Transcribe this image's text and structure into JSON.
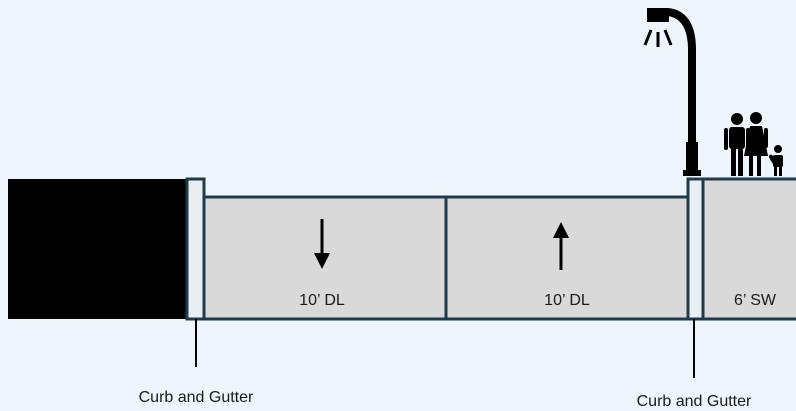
{
  "colors": {
    "background": "#eef5fc",
    "lane_fill": "#d9d9d9",
    "outline": "#1e3a4c",
    "black_block": "#000000",
    "curb_fill": "#e9eef3",
    "icon": "#000000"
  },
  "lanes": [
    {
      "label": "10’ DL",
      "direction": "down"
    },
    {
      "label": "10’ DL",
      "direction": "up"
    }
  ],
  "sidewalk": {
    "label": "6’ SW"
  },
  "curbs": [
    {
      "label": "Curb and Gutter"
    },
    {
      "label": "Curb and Gutter"
    }
  ],
  "icons": [
    "street-light-icon",
    "pedestrian-family-icon",
    "arrow-down-icon",
    "arrow-up-icon"
  ]
}
